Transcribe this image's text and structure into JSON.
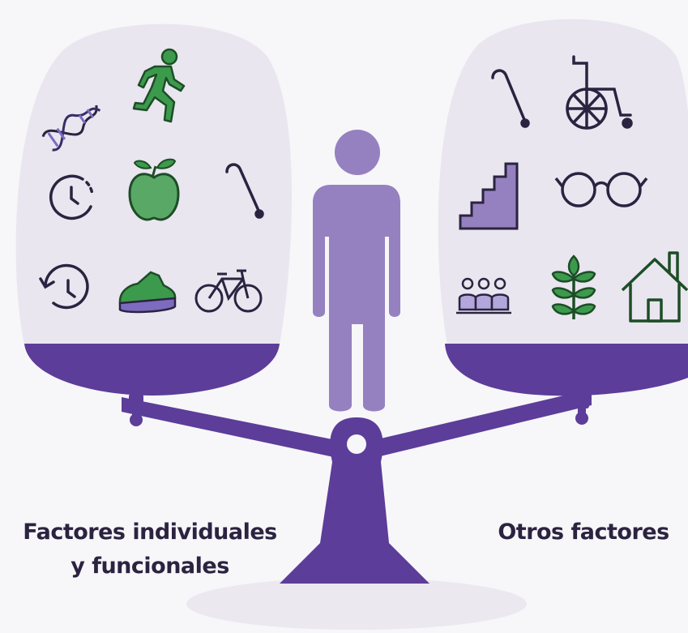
{
  "labels": {
    "left_line1": "Factores individuales",
    "left_line2": "y funcionales",
    "right": "Otros factores"
  },
  "colors": {
    "scale": "#5c3d99",
    "figure": "#9580c0",
    "bubble": "#e9e6ef",
    "background": "#f7f6f9",
    "icon_green": "#3c9a4c",
    "icon_dark": "#2b2340",
    "icon_lavender": "#b3a6db"
  },
  "left_icons": [
    "dna-icon",
    "running-person-icon",
    "clock-icon",
    "apple-icon",
    "cane-icon",
    "clock-history-icon",
    "shoe-icon",
    "bicycle-icon"
  ],
  "right_icons": [
    "cane-icon",
    "wheelchair-icon",
    "stairs-icon",
    "glasses-icon",
    "group-icon",
    "plant-icon",
    "house-icon"
  ]
}
